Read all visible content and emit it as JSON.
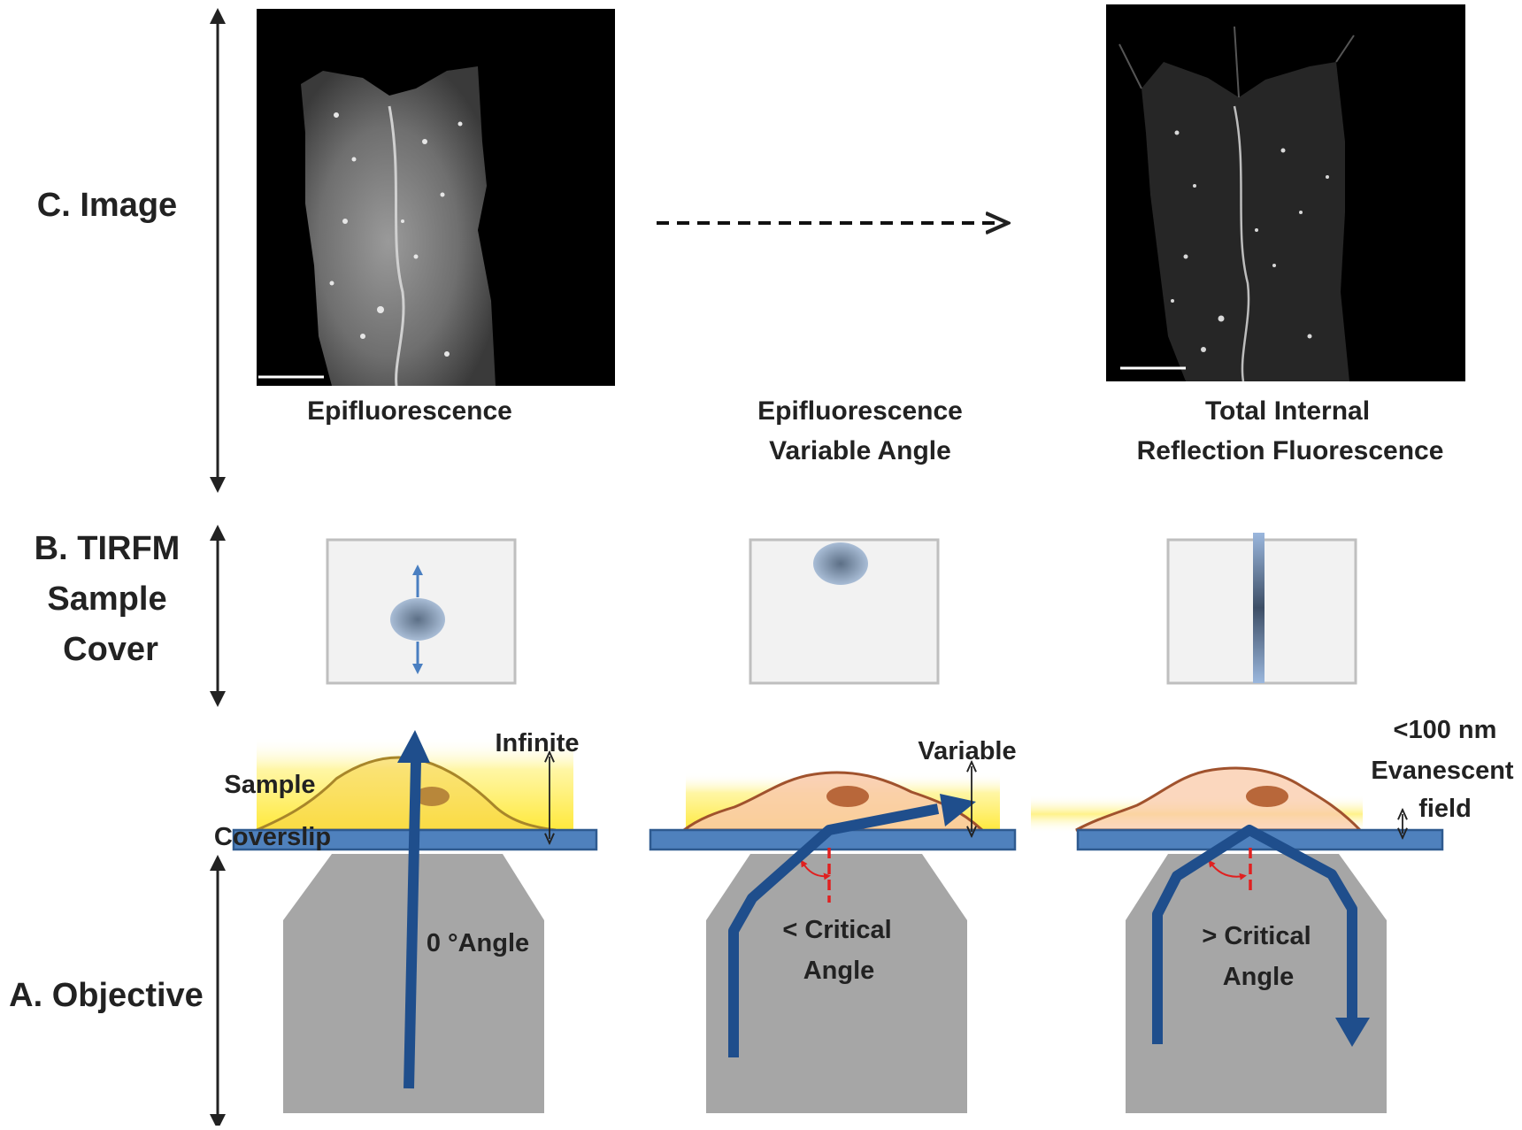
{
  "rows": {
    "image": "C. Image",
    "cover": [
      "B. TIRFM",
      "Sample",
      "Cover"
    ],
    "objective": "A. Objective"
  },
  "captions": {
    "epi": "Epifluorescence",
    "variable": [
      "Epifluorescence",
      "Variable Angle"
    ],
    "tirf": [
      "Total Internal",
      "Reflection Fluorescence"
    ]
  },
  "labels": {
    "infinite": "Infinite",
    "sample": "Sample",
    "coverslip": "Coverslip",
    "zero_angle": "0 °Angle",
    "variable": "Variable",
    "less_critical": [
      "< Critical",
      "Angle"
    ],
    "nm100": "<100 nm",
    "evanescent": [
      "Evanescent",
      "field"
    ],
    "greater_critical": [
      "> Critical",
      "Angle"
    ]
  },
  "colors": {
    "beam": "#1f4e8c",
    "coverslip": "#4f81bd",
    "objective": "#a6a6a6",
    "glow": "#ffee58",
    "cell_stroke": "#a0522d",
    "cell_fill": "#f9c9a8",
    "nucleus": "#b8673a",
    "angle_mark": "#e02020",
    "arrow_blue": "#4a7fc1"
  }
}
